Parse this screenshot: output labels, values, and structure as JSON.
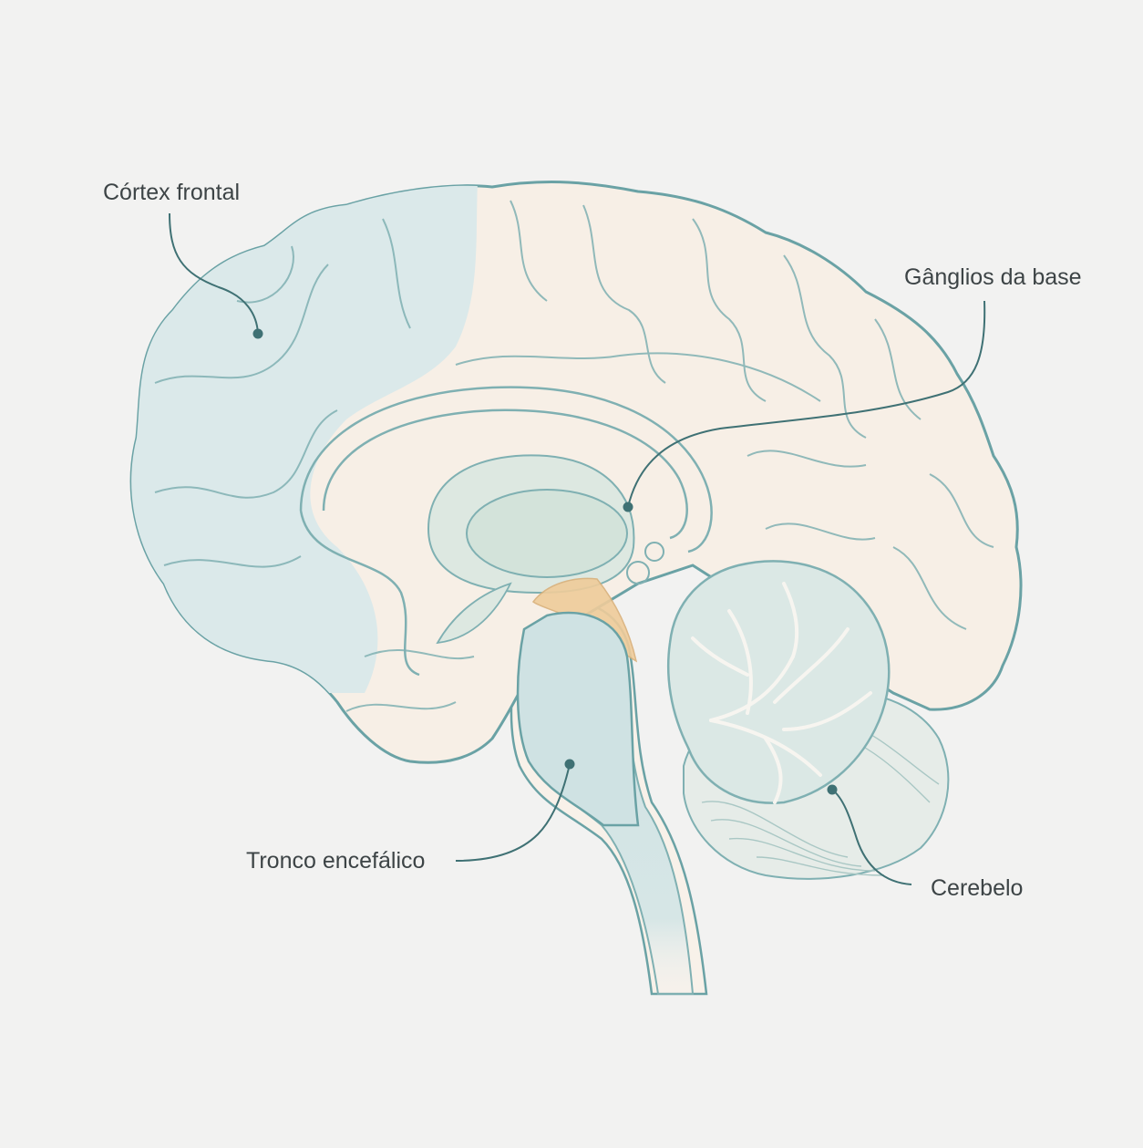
{
  "labels": {
    "cortex_frontal": "Córtex frontal",
    "ganglios_base": "Gânglios da base",
    "tronco_encefalico": "Tronco encefálico",
    "cerebelo": "Cerebelo"
  },
  "colors": {
    "background": "#f2f2f1",
    "outline": "#6aa2a5",
    "leader": "#3f7174",
    "cortex_fill": "#dbe9ea",
    "cerebrum_fill": "#f7efe6",
    "ganglia_fill": "#dde8e1",
    "brainstem_fill": "#cfe2e3",
    "cerebellum_fill": "#e4ece8",
    "thalamus_orange": "#efcc9a",
    "label_text": "#3d4446"
  }
}
